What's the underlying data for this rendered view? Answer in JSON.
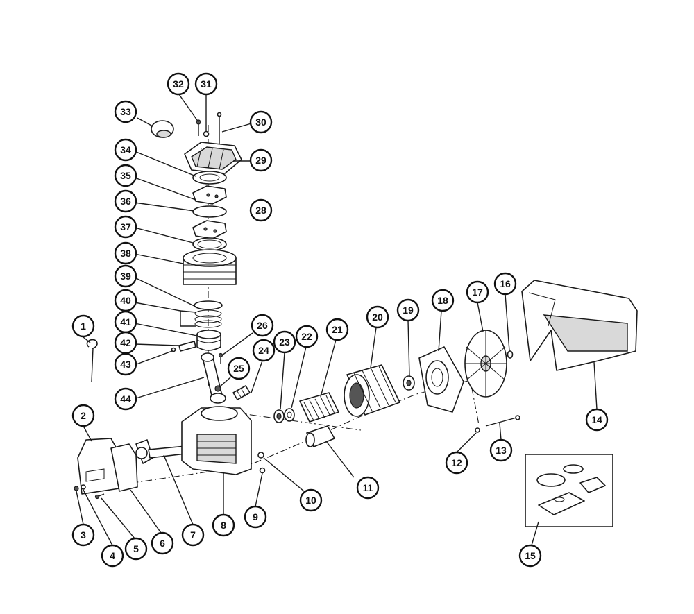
{
  "diagram_type": "exploded parts diagram",
  "colors": {
    "line": "#1a1a1a",
    "callout_ring": "#111111",
    "background": "#ffffff"
  },
  "callouts": {
    "c1": "1",
    "c2": "2",
    "c3": "3",
    "c4": "4",
    "c5": "5",
    "c6": "6",
    "c7": "7",
    "c8": "8",
    "c9": "9",
    "c10": "10",
    "c11": "11",
    "c12": "12",
    "c13": "13",
    "c14": "14",
    "c15": "15",
    "c16": "16",
    "c17": "17",
    "c18": "18",
    "c19": "19",
    "c20": "20",
    "c21": "21",
    "c22": "22",
    "c23": "23",
    "c24": "24",
    "c25": "25",
    "c26": "26",
    "c28": "28",
    "c29": "29",
    "c30": "30",
    "c31": "31",
    "c32": "32",
    "c33": "33",
    "c34": "34",
    "c35": "35",
    "c36": "36",
    "c37": "37",
    "c38": "38",
    "c39": "39",
    "c40": "40",
    "c41": "41",
    "c42": "42",
    "c43": "43",
    "c44": "44"
  }
}
